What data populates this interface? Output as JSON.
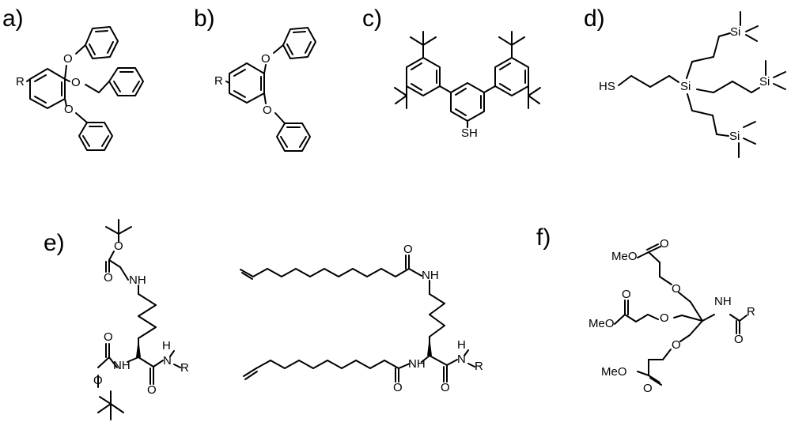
{
  "panels": {
    "a": {
      "label": "a)",
      "atoms": {
        "o1": "O",
        "o2": "O",
        "o3": "O",
        "r": "R"
      }
    },
    "b": {
      "label": "b)",
      "atoms": {
        "o1": "O",
        "o2": "O",
        "r": "R"
      }
    },
    "c": {
      "label": "c)",
      "atoms": {
        "sh": "SH"
      }
    },
    "d": {
      "label": "d)",
      "atoms": {
        "hs": "HS",
        "si_center": "Si",
        "si1": "Si",
        "si2": "Si",
        "si3": "Si"
      }
    },
    "e": {
      "label": "e)",
      "atoms": {
        "boc1_o1": "O",
        "boc1_o2": "O",
        "boc1_nh": "NH",
        "boc2_o1": "O",
        "boc2_o2": "O",
        "boc2_nh": "NH",
        "amide_o": "O",
        "amide_h": "H",
        "amide_n": "N",
        "amide_r": "R"
      }
    },
    "e2": {
      "atoms": {
        "top_o": "O",
        "top_nh": "NH",
        "bot_o": "O",
        "bot_nh": "NH",
        "amide_o": "O",
        "amide_h": "H",
        "amide_n": "N",
        "amide_r": "R"
      }
    },
    "f": {
      "label": "f)",
      "atoms": {
        "meo1": "MeO",
        "o1": "O",
        "o1b": "O",
        "meo2": "MeO",
        "o2": "O",
        "o2b": "O",
        "meo3": "MeO",
        "o3": "O",
        "o3b": "O",
        "nh": "NH",
        "amide_o": "O",
        "r": "R"
      }
    }
  }
}
